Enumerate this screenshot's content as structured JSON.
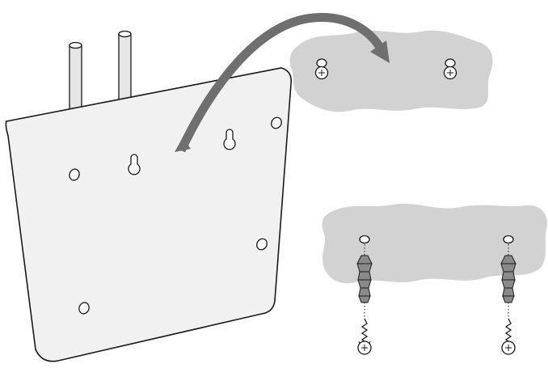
{
  "diagram": {
    "subject": "wall-mounting-instructions",
    "colors": {
      "outline": "#1a1a1a",
      "plate_fill": "#f1f1f1",
      "plate_edge": "#d9d9d9",
      "wall_patch": "#d2d2d2",
      "arrow": "#6f6f6f",
      "pipe": "#e6e6e6",
      "anchor": "#8a8a8a",
      "screw": "#ffffff"
    },
    "icons": {
      "mount_plate": "mounting-plate",
      "arrow": "curved-arrow",
      "wall_top": "wall-patch",
      "wall_bottom": "wall-patch",
      "screw": "screw",
      "anchor": "wall-plug"
    }
  }
}
